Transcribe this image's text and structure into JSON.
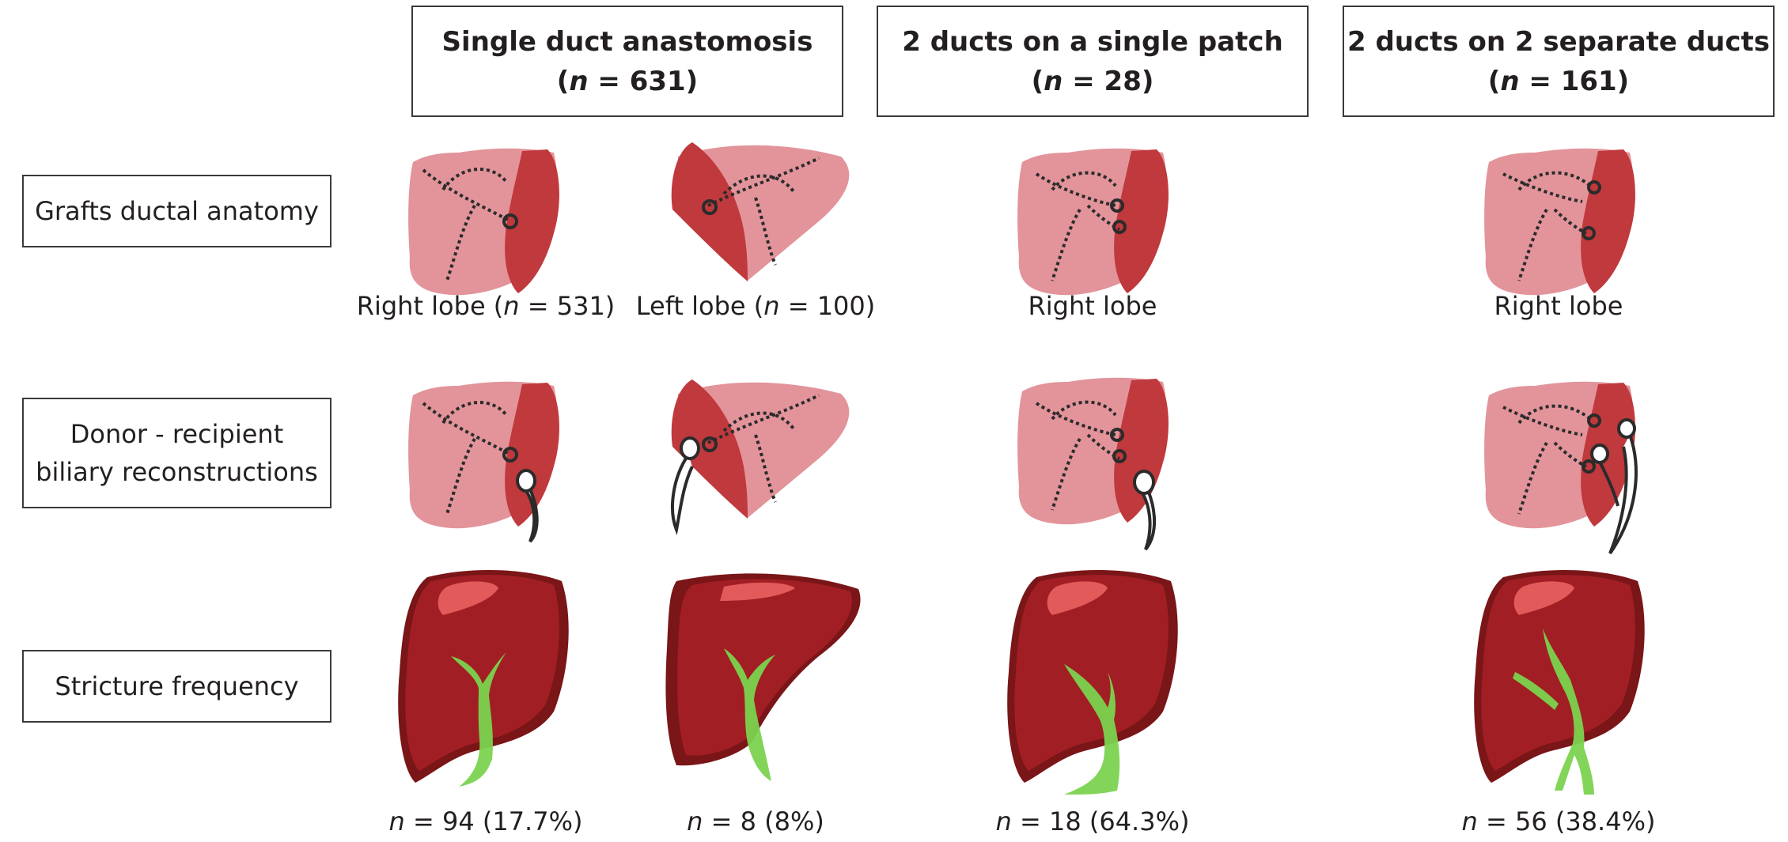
{
  "header": {
    "col1": {
      "title": "Single duct anastomosis",
      "n_sym": "n",
      "n_rest": " = 631)"
    },
    "col2": {
      "title": "2 ducts on a single patch",
      "n_sym": "n",
      "n_rest": " = 28)"
    },
    "col3": {
      "title": "2 ducts on 2 separate ducts",
      "n_sym": "n",
      "n_rest": " = 161)"
    }
  },
  "rows": {
    "anatomy": "Grafts ductal anatomy",
    "reconstruction_l1": "Donor - recipient",
    "reconstruction_l2": "biliary reconstructions",
    "stricture": "Stricture frequency"
  },
  "lobe_captions": {
    "right_single_pre": "Right lobe (",
    "right_single_sym": "n",
    "right_single_post": " = 531)",
    "left_single_pre": "Left lobe (",
    "left_single_sym": "n",
    "left_single_post": " = 100)",
    "right_patch": "Right lobe",
    "right_separate": "Right lobe"
  },
  "stricture_counts": [
    {
      "sym": "n",
      "rest": " = 94 (17.7%)"
    },
    {
      "sym": "n",
      "rest": " = 8 (8%)"
    },
    {
      "sym": "n",
      "rest": " = 18 (64.3%)"
    },
    {
      "sym": "n",
      "rest": " = 56 (38.4%)"
    }
  ],
  "colors": {
    "light_liver": "#e2949a",
    "dark_liver": "#c0393d",
    "deep_liver": "#a11f24",
    "deep_liver_shadow": "#7a1518",
    "highlight": "#e35a5a",
    "bile_duct": "#7bd34f",
    "outline": "#2b2b2b"
  }
}
